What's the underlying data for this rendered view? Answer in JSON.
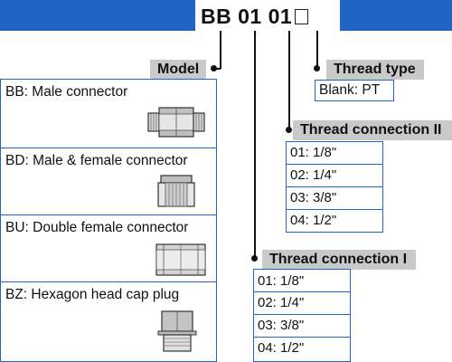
{
  "header": {
    "code": "BB 01 01",
    "color": "#1f66c2"
  },
  "model": {
    "heading": "Model",
    "items": [
      {
        "label": "BB: Male connector",
        "icon": "hex-nipple-icon"
      },
      {
        "label": "BD: Male & female connector",
        "icon": "reducing-bushing-icon"
      },
      {
        "label": "BU: Double female connector",
        "icon": "female-coupling-icon"
      },
      {
        "label": "BZ: Hexagon head cap plug",
        "icon": "hex-plug-icon"
      }
    ]
  },
  "thread_type": {
    "heading": "Thread type",
    "items": [
      "Blank: PT"
    ]
  },
  "thread_connection_ii": {
    "heading": "Thread connection II",
    "items": [
      "01: 1/8\"",
      "02: 1/4\"",
      "03: 3/8\"",
      "04: 1/2\""
    ]
  },
  "thread_connection_i": {
    "heading": "Thread connection I",
    "items": [
      "01: 1/8\"",
      "02: 1/4\"",
      "03: 3/8\"",
      "04: 1/2\""
    ]
  }
}
